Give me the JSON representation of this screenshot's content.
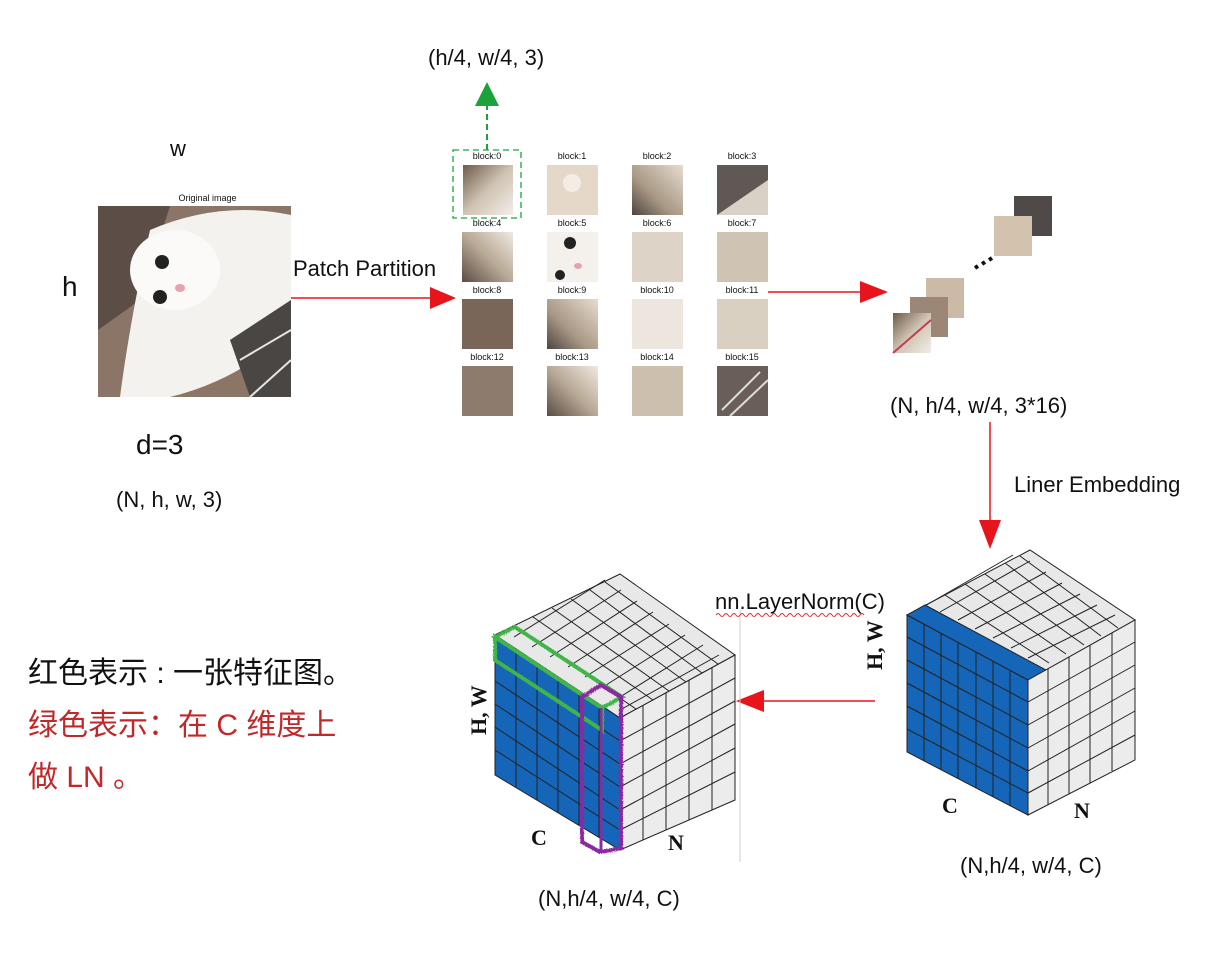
{
  "input": {
    "w_label": "w",
    "h_label": "h",
    "image_title": "Original image",
    "d_label": "d=3",
    "shape": "(N, h, w, 3)"
  },
  "patch_partition": {
    "label": "Patch Partition",
    "top_shape": "(h/4, w/4, 3)",
    "blocks": [
      "block:0",
      "block:1",
      "block:2",
      "block:3",
      "block:4",
      "block:5",
      "block:6",
      "block:7",
      "block:8",
      "block:9",
      "block:10",
      "block:11",
      "block:12",
      "block:13",
      "block:14",
      "block:15"
    ]
  },
  "stack": {
    "shape": "(N, h/4, w/4, 3*16)"
  },
  "embedding": {
    "label": "Liner Embedding"
  },
  "right_cube": {
    "hw_label": "H, W",
    "c_label": "C",
    "n_label": "N",
    "shape": "(N,h/4, w/4, C)"
  },
  "layernorm": {
    "label": "nn.LayerNorm(C)"
  },
  "left_cube": {
    "hw_label": "H, W",
    "c_label": "C",
    "n_label": "N",
    "shape": "(N,h/4, w/4, C)"
  },
  "legend": {
    "line1": "红色表示 : 一张特征图。",
    "line2": "绿色表示：在 C 维度上",
    "line3": "做 LN 。",
    "line1_color": "#111111",
    "line2_color": "#c0282a"
  },
  "colors": {
    "arrow_red": "#e8141b",
    "arrow_green": "#1aa33a",
    "cube_blue": "#1565b8",
    "cube_grey": "#e8e8e8"
  }
}
